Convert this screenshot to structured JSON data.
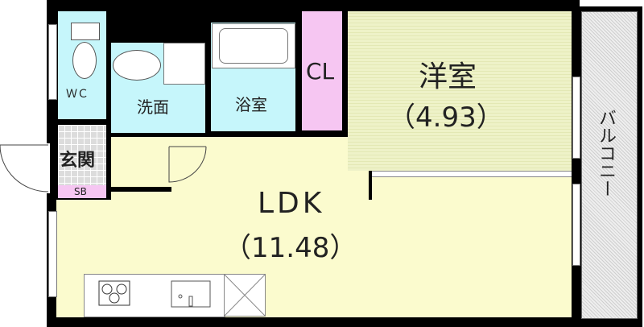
{
  "rooms": {
    "wc": "ＷＣ",
    "washroom": "洗面",
    "bathroom": "浴室",
    "closet": "CL",
    "western_room": "洋室",
    "western_room_size": "（4.93）",
    "entrance": "玄関",
    "shoe_box": "SB",
    "ldk": "LDK",
    "ldk_size": "（11.48）",
    "balcony": "バルコニー"
  },
  "colors": {
    "wall": "#000000",
    "wet_area": "#c6f6fb",
    "closet": "#f6c6f2",
    "western_room": "#eef2c8",
    "ldk": "#fbfbce",
    "entrance": "#dcdcdc"
  }
}
